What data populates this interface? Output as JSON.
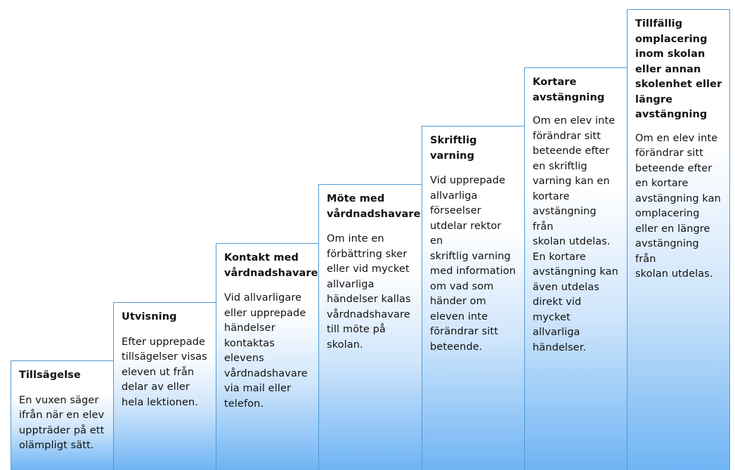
{
  "steps": [
    {
      "title": "Tillsägelse",
      "text": "En vuxen säger\nifrån när en elev\nuppträder på ett\nolämpligt sätt."
    },
    {
      "title": "Utvisning",
      "text": "Efter upprepade\ntillsägelser visas\neleven ut från\ndelar av eller\nhela lektionen."
    },
    {
      "title": "Kontakt med\nvårdnadshavare",
      "text": "Vid allvarligare\neller upprepade\nhändelser\nkontaktas\nelevens\nvårdnadshavare\nvia mail eller\ntelefon."
    },
    {
      "title": "Möte med\nvårdnadshavare",
      "text": "Om inte en\nförbättring sker\neller vid mycket\nallvarliga\nhändelser kallas\nvårdnadshavare\ntill möte på\nskolan."
    },
    {
      "title": "Skriftlig varning",
      "text": "Vid upprepade\nallvarliga\nförseelser\nutdelar rektor en\nskriftlig varning\nmed information\nom vad som\nhänder om\neleven inte\nförändrar sitt\nbeteende."
    },
    {
      "title": "Kortare\navstängning",
      "text": "Om en elev inte\nförändrar sitt\nbeteende efter\nen skriftlig\nvarning kan en\nkortare\navstängning från\nskolan utdelas.\nEn kortare\navstängning kan\näven utdelas\ndirekt vid\nmycket allvarliga\nhändelser."
    },
    {
      "title": "Tillfällig\nomplacering\ninom skolan\neller annan\nskolenhet eller\nlängre\navstängning",
      "text": "Om en elev inte\nförändrar sitt\nbeteende efter\nen kortare\navstängning kan\nomplacering\neller en längre\navstängning från\nskolan utdelas."
    }
  ],
  "colors": {
    "border": "#4f9ad8",
    "gradient_top": "#ffffff",
    "gradient_bottom": "#6fb4f4"
  }
}
